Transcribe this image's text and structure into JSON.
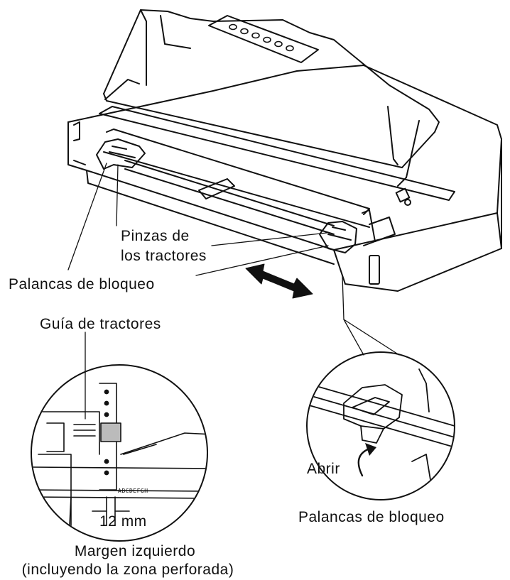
{
  "labels": {
    "tractor_clamps_line1": "Pinzas de",
    "tractor_clamps_line2": "los tractores",
    "lock_levers_main": "Palancas de bloqueo",
    "tractor_guide": "Guía de tractores",
    "open": "Abrir",
    "lock_levers_detail": "Palancas de bloqueo",
    "measure": "12 mm",
    "left_margin_line1": "Margen izquierdo",
    "left_margin_line2": "(incluyendo la zona perforada)",
    "sheet_text": "ABCDEFGH"
  }
}
